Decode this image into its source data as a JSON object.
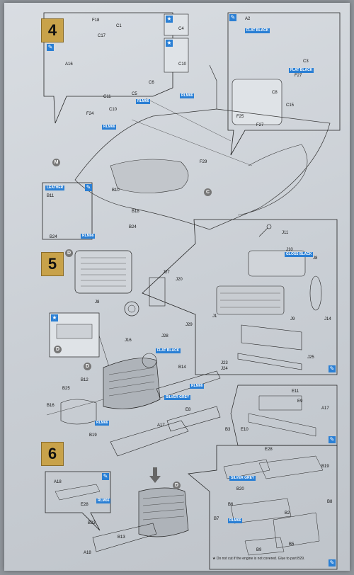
{
  "steps": [
    {
      "number": "4"
    },
    {
      "number": "5"
    },
    {
      "number": "6"
    }
  ],
  "circled_markers": {
    "m": "M",
    "c": "C",
    "d": "D"
  },
  "paint_tags": {
    "flat_black": "FLAT BLACK",
    "gloss_black": "GLOSS BLACK",
    "silver_grey": "SILVER GREY",
    "leather": "LEATHER",
    "rlm": "RLM66"
  },
  "part_labels": {
    "step4_cockpit": [
      "F18",
      "C1",
      "C17",
      "A16",
      "C6",
      "C11",
      "C10",
      "F24",
      "C5"
    ],
    "step4_inset": [
      "C4",
      "C10"
    ],
    "step4_right": [
      "A2",
      "C3",
      "F27",
      "C8",
      "C15",
      "F25",
      "F27",
      "F29"
    ],
    "step4_seat": [
      "B11",
      "B10",
      "B18",
      "B24",
      "B24"
    ],
    "step5_engine": [
      "J8",
      "J27",
      "J20",
      "J16",
      "J28",
      "J29"
    ],
    "step5_right": [
      "J11",
      "J10",
      "J8",
      "J1",
      "J9",
      "J14",
      "J23",
      "J24",
      "J25"
    ],
    "step5_lower": [
      "B12",
      "B25",
      "B16",
      "B14",
      "B19",
      "E8",
      "A17"
    ],
    "step5_right_lower": [
      "E11",
      "E9",
      "B3",
      "E10",
      "A17"
    ],
    "step6": [
      "A18",
      "E28",
      "B23",
      "B13",
      "A18",
      "E28",
      "B20",
      "B19",
      "B6",
      "B7",
      "B8",
      "B2",
      "B5",
      "B9"
    ]
  },
  "footnote": "★ Do not cut if the engine is not covered. Glue to part B29."
}
